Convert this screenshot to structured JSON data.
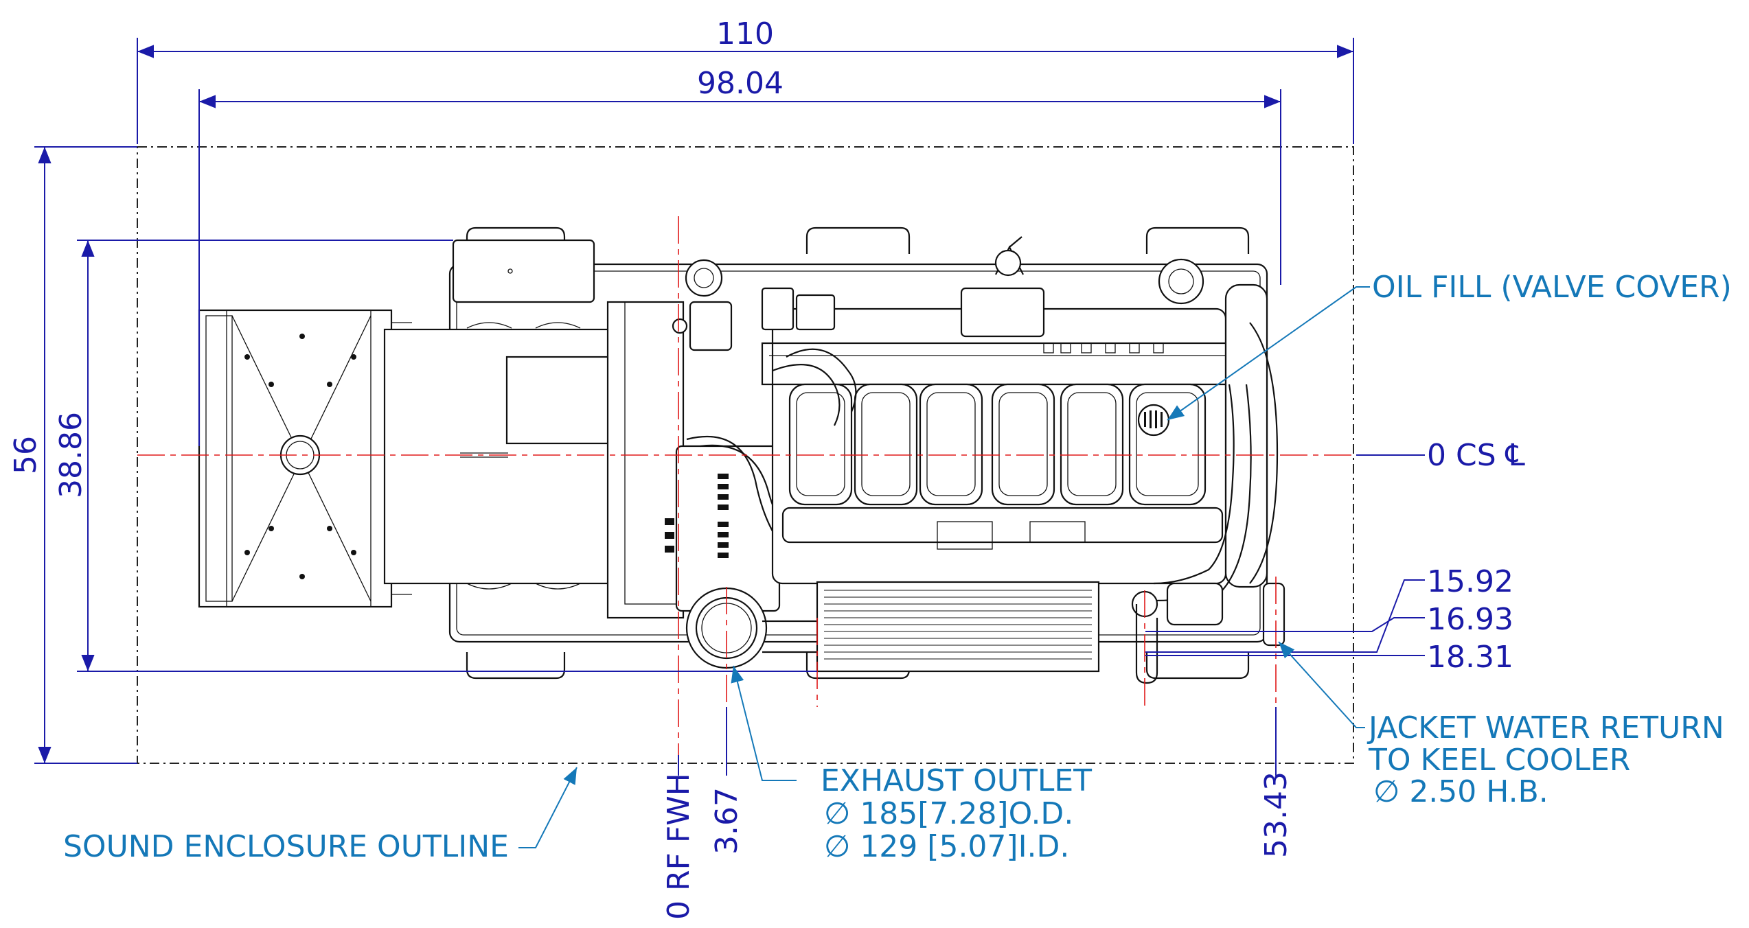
{
  "dimensions": {
    "overall_length": "110",
    "engine_length": "98.04",
    "overall_width": "56",
    "engine_width": "38.86",
    "exhaust_offset_fwh": "3.67",
    "fwh_reference": "0 RF FWH",
    "jacket_offset": "53.43",
    "centerline_label": "0 CS ℄",
    "height_15_92": "15.92",
    "height_16_93": "16.93",
    "height_18_31": "18.31"
  },
  "callouts": {
    "oil_fill": "OIL FILL (VALVE COVER)",
    "exhaust_title": "EXHAUST OUTLET",
    "exhaust_od": "∅ 185[7.28]O.D.",
    "exhaust_id": "∅ 129 [5.07]I.D.",
    "jacket_line1": "JACKET WATER RETURN",
    "jacket_line2": "TO KEEL COOLER",
    "jacket_size": "∅ 2.50 H.B.",
    "enclosure": "SOUND ENCLOSURE OUTLINE"
  },
  "colors": {
    "dimension": "#1a1aa8",
    "callout": "#1478b8",
    "centerline": "#e01818",
    "linework": "#111111"
  }
}
